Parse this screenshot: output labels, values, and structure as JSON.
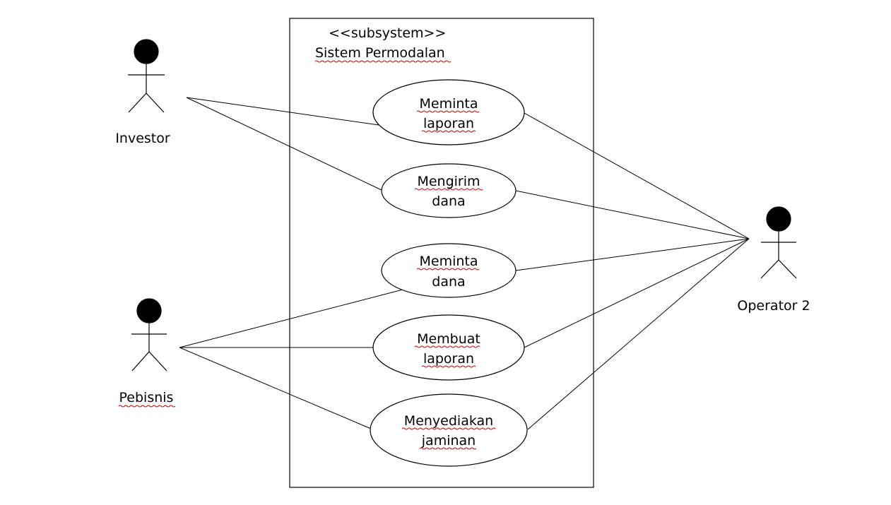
{
  "subsystem": {
    "stereotype": "<<subsystem>>",
    "name": "Sistem Permodalan"
  },
  "actors": {
    "investor": "Investor",
    "pebisnis": "Pebisnis",
    "operator": "Operator 2"
  },
  "use_cases": {
    "meminta_laporan": {
      "line1": "Meminta",
      "line2": "laporan"
    },
    "mengirim_dana": {
      "line1": "Mengirim",
      "line2": "dana"
    },
    "meminta_dana": {
      "line1": "Meminta",
      "line2": "dana"
    },
    "membuat_laporan": {
      "line1": "Membuat",
      "line2": "laporan"
    },
    "menyediakan_jaminan": {
      "line1": "Menyediakan",
      "line2": "jaminan"
    }
  },
  "colors": {
    "line": "#000000",
    "background": "#ffffff",
    "spellcheck_underline": "#d00000"
  }
}
